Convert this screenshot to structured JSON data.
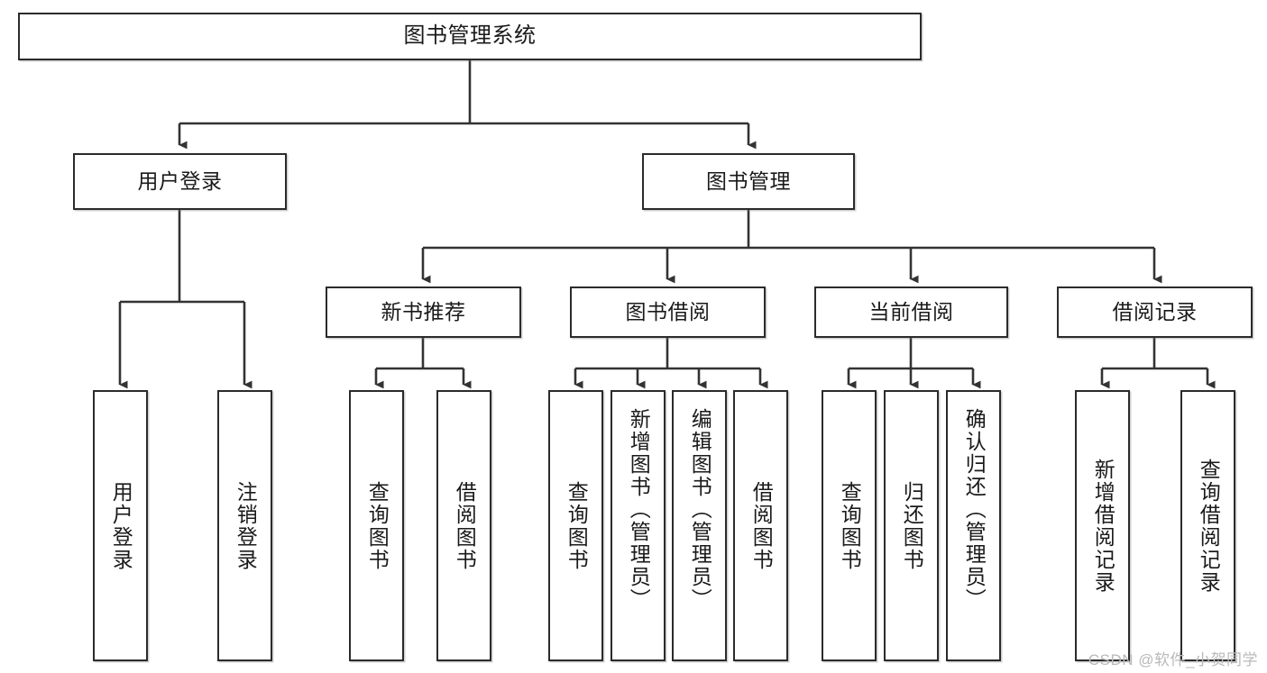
{
  "diagram": {
    "title": "图书管理系统",
    "type": "tree-hierarchy-diagram",
    "watermark": "CSDN @软件_小贺同学",
    "colors": {
      "box_border": "#2b2b2b",
      "box_fill": "#ffffff",
      "connector": "#333333",
      "text": "#1a1a1a",
      "watermark": "#b9b9b9"
    },
    "levels": {
      "root": {
        "label": "图书管理系统"
      },
      "level2": [
        {
          "label": "用户登录"
        },
        {
          "label": "图书管理"
        }
      ],
      "level3": [
        {
          "label": "新书推荐"
        },
        {
          "label": "图书借阅"
        },
        {
          "label": "当前借阅"
        },
        {
          "label": "借阅记录"
        }
      ],
      "leaves": {
        "user_login": [
          {
            "label": "用户登录"
          },
          {
            "label": "注销登录"
          }
        ],
        "new_book_recommend": [
          {
            "label": "查询图书"
          },
          {
            "label": "借阅图书"
          }
        ],
        "book_borrow": [
          {
            "label": "查询图书"
          },
          {
            "label": "新增图书（管理员）"
          },
          {
            "label": "编辑图书（管理员）"
          },
          {
            "label": "借阅图书"
          }
        ],
        "current_borrow": [
          {
            "label": "查询图书"
          },
          {
            "label": "归还图书"
          },
          {
            "label": "确认归还（管理员）"
          }
        ],
        "borrow_record": [
          {
            "label": "新增借阅记录"
          },
          {
            "label": "查询借阅记录"
          }
        ]
      }
    }
  }
}
